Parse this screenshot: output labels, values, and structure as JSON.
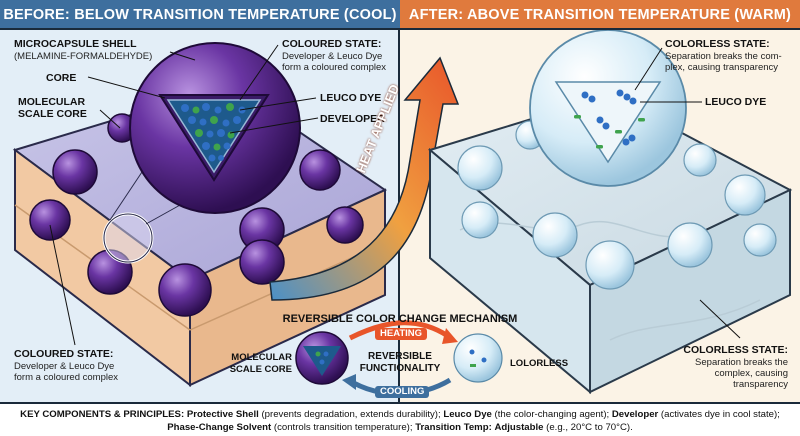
{
  "headers": {
    "left": "BEFORE: BELOW TRANSITION TEMPERATURE (COOL)",
    "right": "AFTER: ABOVE TRANSITION TEMPERATURE (WARM)"
  },
  "left_labels": {
    "shell_title": "MICROCAPSULE SHELL",
    "shell_sub": "(MELAMINE-FORMALDEHYDE)",
    "core": "CORE",
    "molecular_scale_core_1": "MOLECULAR",
    "molecular_scale_core_2": "SCALE CORE",
    "coloured_state_title": "COLOURED STATE:",
    "coloured_state_line1": "Developer & Leuco Dye",
    "coloured_state_line2": "form a coloured complex",
    "leuco_dye": "LEUCO DYE",
    "developer": "DEVELOPER",
    "bottom_coloured_title": "COLOURED STATE:",
    "bottom_coloured_line1": "Developer & Leuco Dye",
    "bottom_coloured_line2": "form a coloured complex"
  },
  "arrow_label": "HEAT APPLIED",
  "right_labels": {
    "colorless_title": "COLORLESS STATE:",
    "colorless_line1": "Separation breaks the com-",
    "colorless_line2": "plex, causing transparency",
    "leuco_dye": "LEUCO DYE",
    "bottom_colorless_title": "COLORLESS STATE:",
    "bottom_colorless_line1": "Separation breaks the",
    "bottom_colorless_line2": "complex, causing",
    "bottom_colorless_line3": "transparency"
  },
  "mechanism": {
    "title": "REVERSIBLE COLOR CHANGE MECHANISM",
    "heating": "HEATING",
    "cooling": "COOLING",
    "reversible_1": "REVERSIBLE",
    "reversible_2": "FUNCTIONALITY",
    "left_1": "MOLECULAR",
    "left_2": "SCALE CORE",
    "right": "LOLORLESS"
  },
  "footer": {
    "k1": "KEY COMPONENTS & PRINCIPLES:",
    "k2": "Protective Shell",
    "t2": " (prevents degradation, extends durability); ",
    "k3": "Leuco Dye",
    "t3": " (the color-changing agent); ",
    "k4": "Developer",
    "t4": " (activates dye in cool state); ",
    "k5": "Phase-Change Solvent",
    "t5": " (controls transition temperature); ",
    "k6": "Transition Temp:",
    "t6": " ",
    "k7": "Adjustable",
    "t7": " (e.g., 20°C to 70°C)."
  },
  "colors": {
    "left_header": "#3e6f9e",
    "right_header": "#e07a3d",
    "capsule_purple": "#5b2c8f",
    "leuco_blue": "#2f6fc4",
    "developer_green": "#3fa34d",
    "heat_arrow_start": "#4a90c8",
    "heat_arrow_end": "#e8552a"
  }
}
